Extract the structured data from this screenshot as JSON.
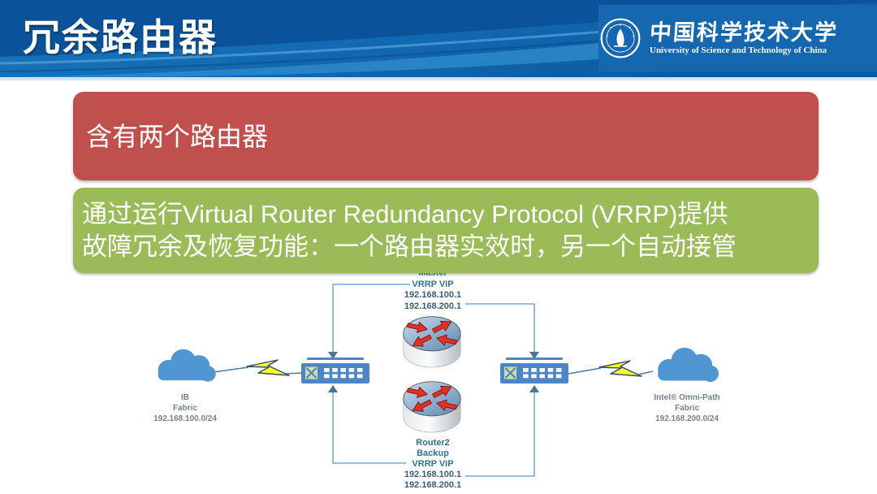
{
  "slide_title": "冗余路由器",
  "logo": {
    "cn": "中国科学技术大学",
    "en": "University of Science and Technology of China"
  },
  "bullets": {
    "red_text": "含有两个路由器",
    "green_line1": "通过运行Virtual Router Redundancy Protocol (VRRP)提供",
    "green_line2": "故障冗余及恢复功能：一个路由器实效时，另一个自动接管"
  },
  "diagram": {
    "router_top": {
      "role": "Master",
      "vip_label": "VRRP VIP",
      "vip1": "192.168.100.1",
      "vip2": "192.168.200.1"
    },
    "router_bottom": {
      "name": "Router2",
      "role": "Backup",
      "vip_label": "VRRP VIP",
      "vip1": "192.168.100.1",
      "vip2": "192.168.200.1"
    },
    "cloud_left": {
      "name": "IB",
      "type": "Fabric",
      "subnet": "192.168.100.0/24"
    },
    "cloud_right": {
      "name": "Intel® Omni-Path",
      "type": "Fabric",
      "subnet": "192.168.200.0/24"
    }
  },
  "colors": {
    "header_blue": "#1373B8",
    "box_red": "#C0504D",
    "box_green": "#9BBB59",
    "cloud_blue": "#4F96D2",
    "switch_blue": "#4D86C6",
    "lightning_yellow": "#FFFF2E",
    "router_arrow_red": "#E23125",
    "connector_blue": "#7FA8D2"
  }
}
